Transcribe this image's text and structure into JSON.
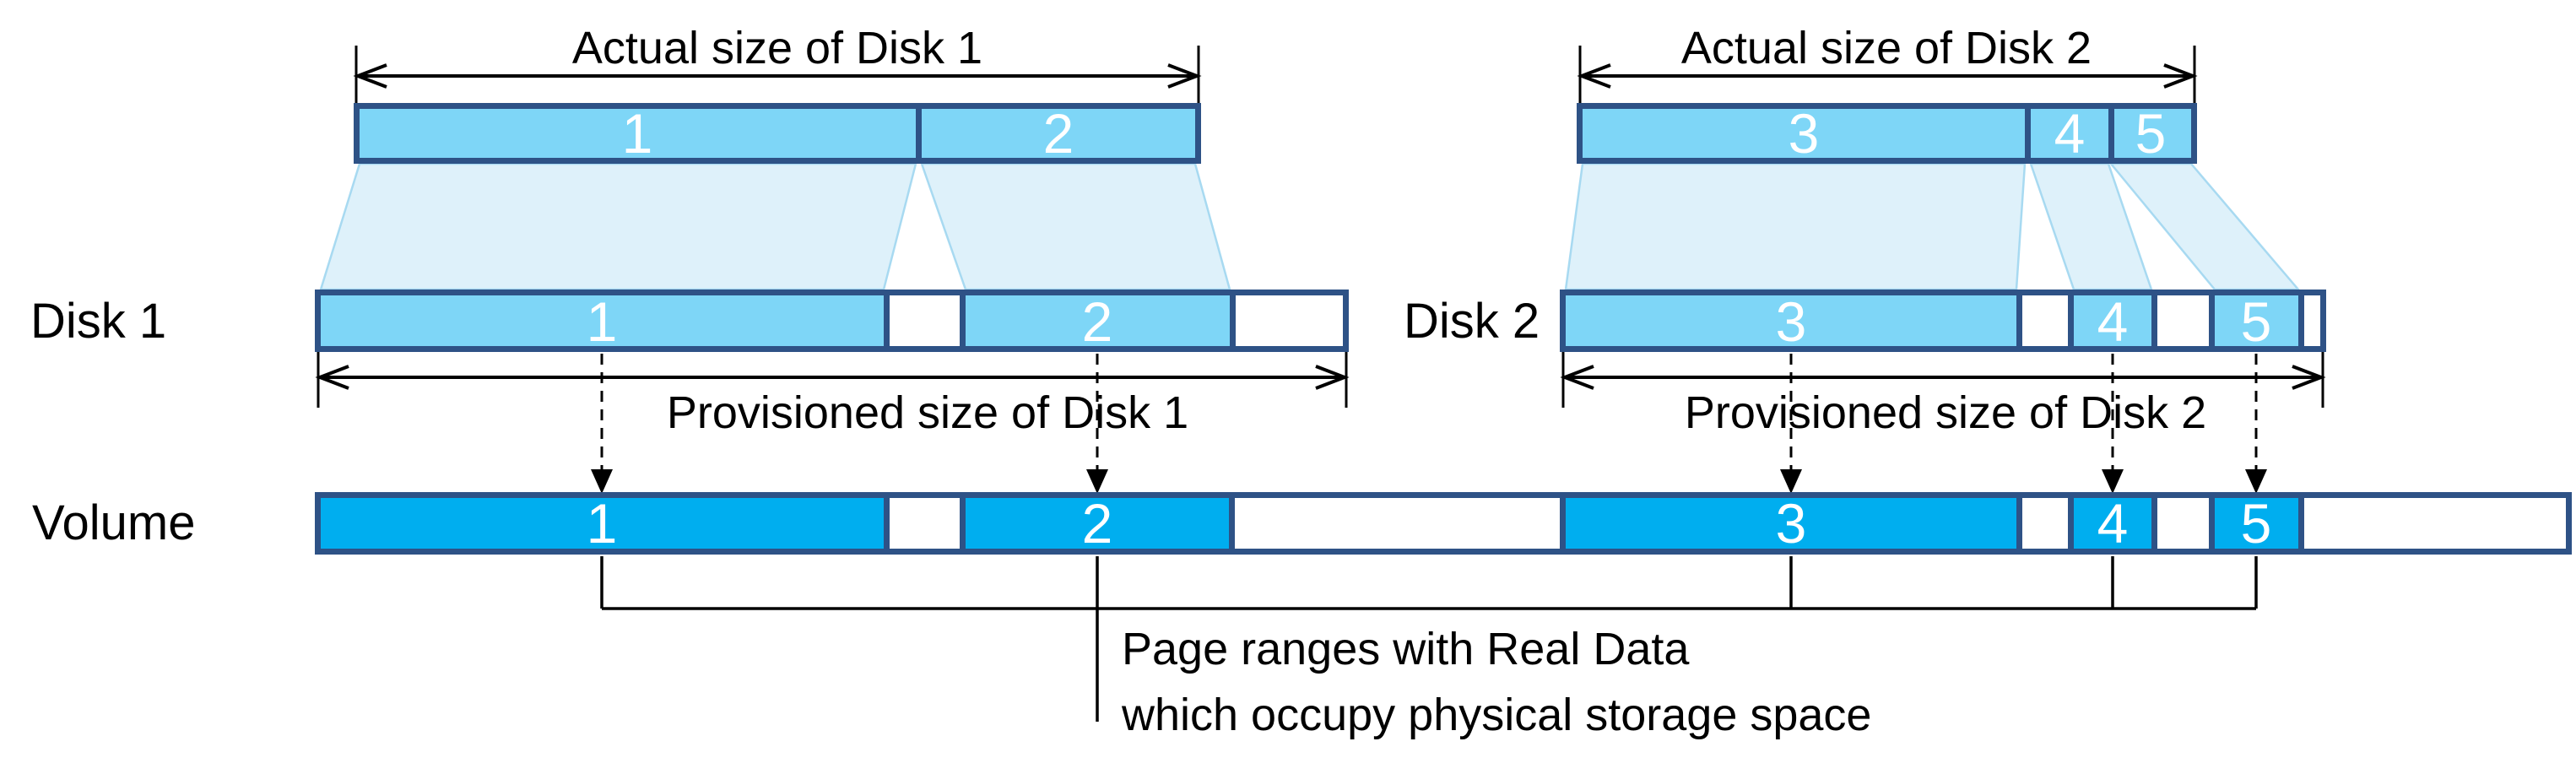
{
  "dimension_labels": {
    "actual_disk1": "Actual size of Disk 1",
    "actual_disk2": "Actual size of Disk 2",
    "provisioned_disk1": "Provisioned size of Disk 1",
    "provisioned_disk2": "Provisioned size of Disk 2"
  },
  "row_labels": {
    "disk1": "Disk 1",
    "disk2": "Disk 2",
    "volume": "Volume"
  },
  "bars": {
    "disk1_actual": {
      "segments": [
        "1",
        "2"
      ]
    },
    "disk2_actual": {
      "segments": [
        "3",
        "4",
        "5"
      ]
    },
    "disk1_provisioned": {
      "segments": [
        "1",
        "2"
      ]
    },
    "disk2_provisioned": {
      "segments": [
        "3",
        "4",
        "5"
      ]
    },
    "volume": {
      "segments": [
        "1",
        "2",
        "3",
        "4",
        "5"
      ]
    }
  },
  "annotation": {
    "line1": "Page ranges with Real Data",
    "line2": "which occupy physical storage space"
  },
  "colors": {
    "segment_fill": "#7ED6F7",
    "volume_fill": "#00AEEF",
    "border_navy": "#2E5286",
    "mapping_fill": "#E3F4FC",
    "line_black": "#000000"
  }
}
